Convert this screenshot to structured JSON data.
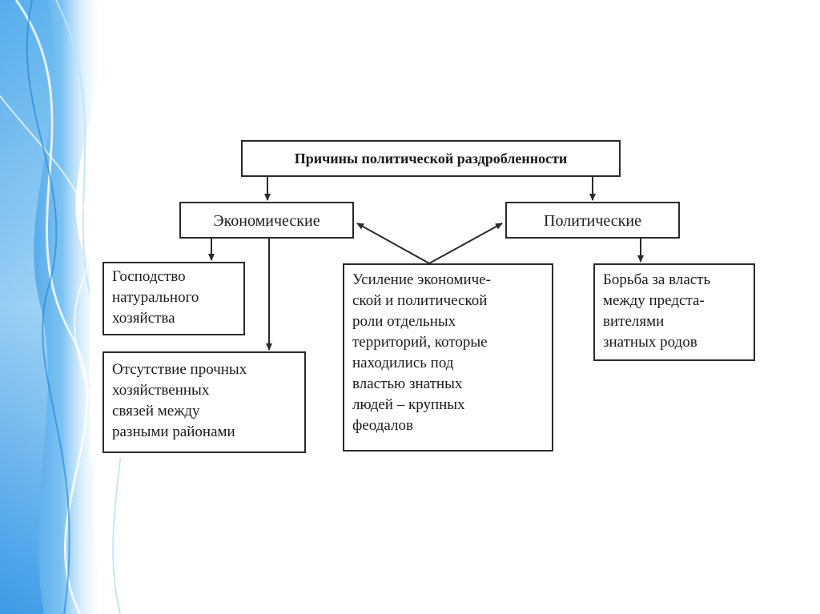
{
  "diagram": {
    "title": "Причины политической раздробленности",
    "economic": "Экономические",
    "political": "Политические",
    "items": {
      "natural_economy": "Господство\nнатурального\nхозяйства",
      "no_ties": "Отсутствие прочных\nхозяйственных\nсвязей между\nразными районами",
      "strengthening": "Усиление экономиче-\nской и политической\nроли отдельных\nтерриторий, которые\nнаходились под\nвластью знатных\nлюдей – крупных\nфеодалов",
      "power_struggle": "Борьба за власть\nмежду предста-\nвителями\nзнатных родов"
    }
  },
  "colors": {
    "line": "#2a2a2a",
    "decor_blue": "#4aa6e8"
  }
}
